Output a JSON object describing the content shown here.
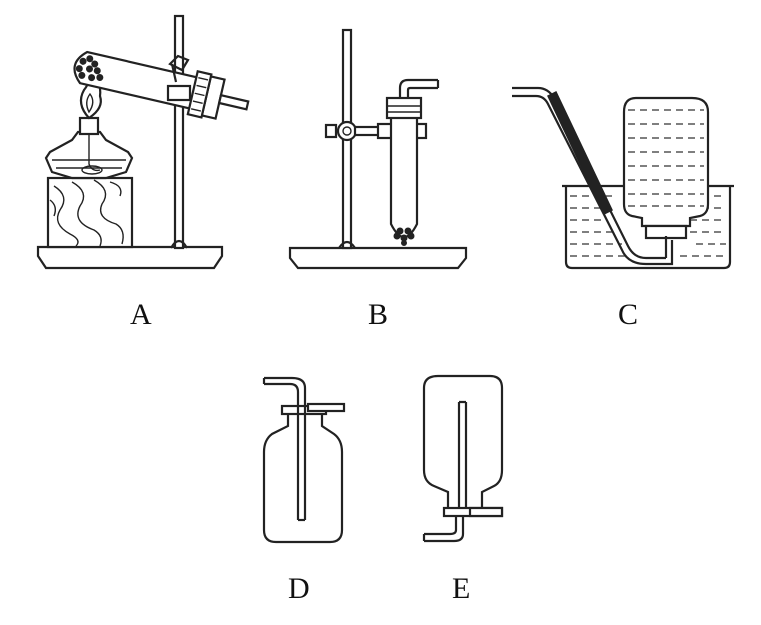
{
  "figure": {
    "labels": {
      "A": "A",
      "B": "B",
      "C": "C",
      "D": "D",
      "E": "E"
    }
  }
}
